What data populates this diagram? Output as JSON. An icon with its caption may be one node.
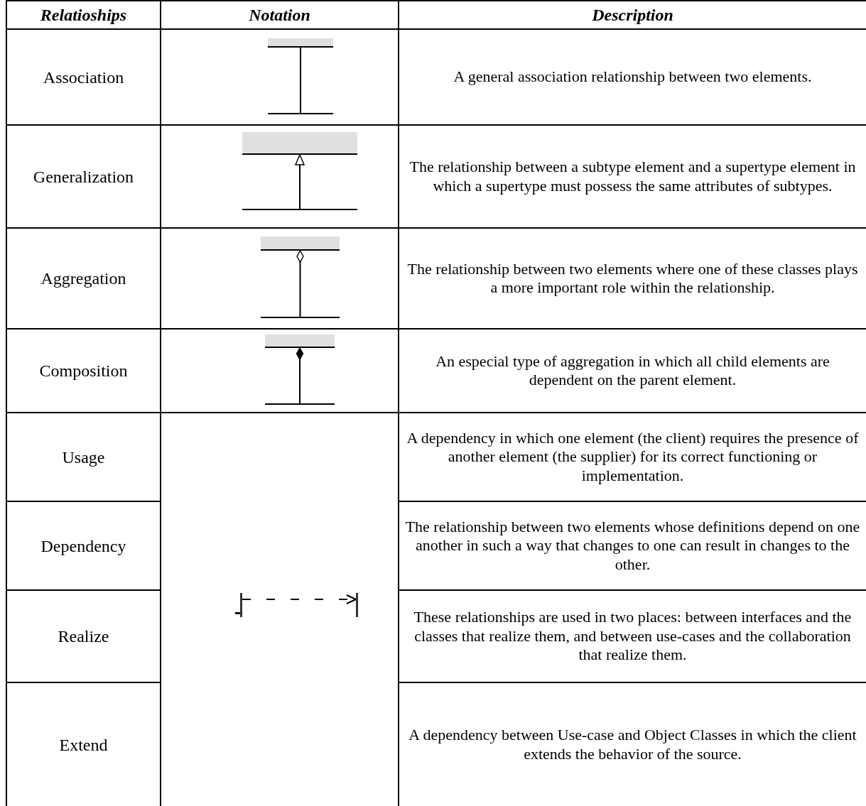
{
  "diagram": {
    "nodes": [
      {
        "text": [],
        "shape": "bar"
      },
      {
        "text": [],
        "shape": "bar"
      },
      {
        "text": [],
        "shape": "bar"
      },
      {
        "text": [],
        "shape": "bar"
      },
      {
        "text": [],
        "shape": "bar"
      },
      {
        "text": [],
        "shape": "bar"
      },
      {
        "text": [],
        "shape": "bar"
      },
      {
        "text": [],
        "shape": "bar"
      },
      {
        "text": [],
        "shape": "bar"
      },
      {
        "text": [],
        "shape": "bar"
      }
    ],
    "edges": [
      {
        "from": 1,
        "to": 0,
        "arrow": "none"
      },
      {
        "from": 3,
        "to": 2,
        "arrow": "to"
      },
      {
        "from": 5,
        "to": 4,
        "arrow": "other"
      },
      {
        "from": 7,
        "to": 6,
        "arrow": "other"
      },
      {
        "from": 8,
        "to": 9,
        "arrow": "to",
        "style": "dashed"
      }
    ],
    "labels": [
      "Relatioships",
      "Notation",
      "Description",
      "Association",
      "A general association relationship between two elements.",
      "Generalization",
      "The relationship between a subtype element and a supertype element in which a supertype must possess the same attributes of subtypes.",
      "Aggregation",
      "The relationship between two elements where one of these classes plays a more important role within the relationship.",
      "Composition",
      "An especial type of aggregation in which all child elements are dependent on the parent element.",
      "Usage",
      "A dependency in which one element (the client) requires the presence of another element (the supplier) for its correct functioning or implementation.",
      "Dependency",
      "The relationship between two elements whose definitions depend on one another in such a way that changes to one can result in changes to the other.",
      "Realize",
      "These relationships are used in two places: between interfaces and the classes that realize them, and between use-cases and the collaboration that realize them.",
      "Extend",
      "A dependency between Use-case and Object Classes in which the client extends the behavior of the source."
    ]
  }
}
